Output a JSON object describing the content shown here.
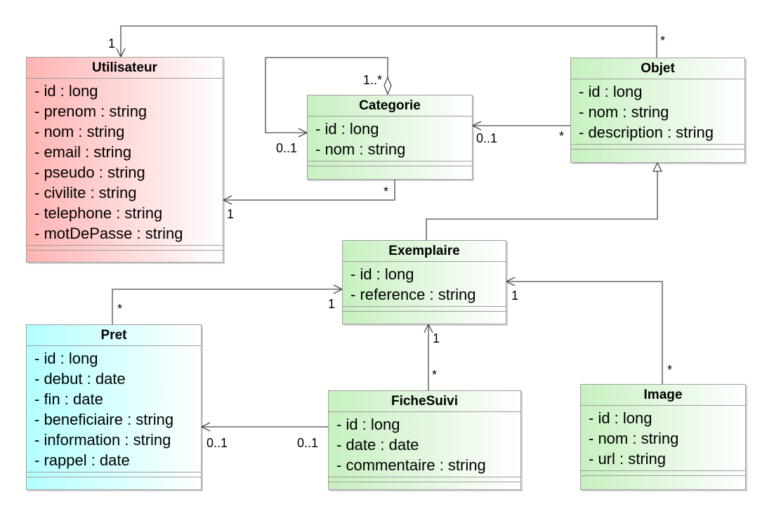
{
  "classes": {
    "utilisateur": {
      "name": "Utilisateur",
      "attributes": [
        "- id : long",
        "- prenom : string",
        "- nom : string",
        "- email : string",
        "- pseudo : string",
        "- civilite : string",
        "- telephone : string",
        "- motDePasse : string"
      ]
    },
    "categorie": {
      "name": "Categorie",
      "attributes": [
        "- id : long",
        "- nom : string"
      ]
    },
    "objet": {
      "name": "Objet",
      "attributes": [
        "- id : long",
        "- nom : string",
        "- description : string"
      ]
    },
    "exemplaire": {
      "name": "Exemplaire",
      "attributes": [
        "- id : long",
        "- reference : string"
      ]
    },
    "pret": {
      "name": "Pret",
      "attributes": [
        "- id : long",
        "- debut : date",
        "- fin : date",
        "- beneficiaire : string",
        "- information : string",
        "- rappel : date"
      ]
    },
    "fichesuivi": {
      "name": "FicheSuivi",
      "attributes": [
        "- id : long",
        "- date : date",
        "- commentaire : string"
      ]
    },
    "image": {
      "name": "Image",
      "attributes": [
        "- id : long",
        "- nom : string",
        "- url : string"
      ]
    }
  },
  "multiplicities": {
    "objet_utilisateur_utilisateur_end": "1",
    "objet_utilisateur_objet_end": "*",
    "categorie_self_aggregate_end": "1..*",
    "categorie_self_part_end": "0..1",
    "objet_categorie_categorie_end": "0..1",
    "objet_categorie_objet_end": "*",
    "categorie_utilisateur_categorie_end": "*",
    "categorie_utilisateur_utilisateur_end": "1",
    "pret_exemplaire_pret_end": "*",
    "pret_exemplaire_exemplaire_end": "1",
    "image_exemplaire_exemplaire_end": "1",
    "image_exemplaire_image_end": "*",
    "fichesuivi_exemplaire_exemplaire_end": "1",
    "fichesuivi_exemplaire_fichesuivi_end": "*",
    "fichesuivi_pret_pret_end": "0..1",
    "fichesuivi_pret_fichesuivi_end": "0..1"
  }
}
